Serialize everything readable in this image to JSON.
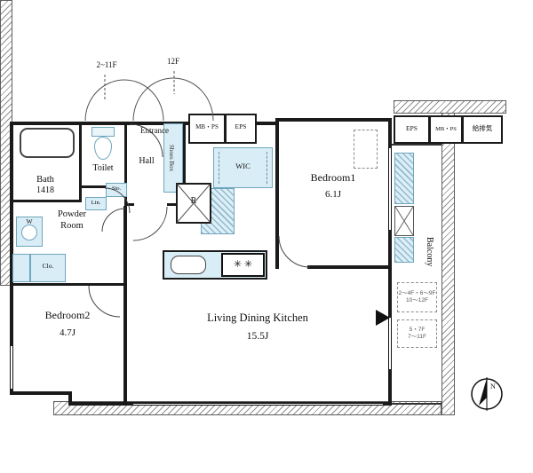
{
  "labels": {
    "floors_2_11": "2~11F",
    "floor_12": "12F",
    "bath": "Bath",
    "bath_size": "1418",
    "toilet": "Toilet",
    "entrance": "Entrance",
    "hall": "Hall",
    "shoes_box": "Shoes Box",
    "mbps_top": "MB・PS",
    "eps_top": "EPS",
    "wic": "WIC",
    "bedroom1": "Bedroom1",
    "bedroom1_size": "6.1J",
    "eps_right": "EPS",
    "mbps_right": "MB・PS",
    "vent": "給排気",
    "balcony": "Balcony",
    "powder_l1": "Powder",
    "powder_l2": "Room",
    "washer": "W",
    "sto": "Sto.",
    "lin": "Lin.",
    "clo": "Clo.",
    "bedroom2": "Bedroom2",
    "bedroom2_size": "4.7J",
    "ldk": "Living Dining Kitchen",
    "ldk_size": "15.5J",
    "fridge": "R",
    "burners": "✳ ✳",
    "note1_l1": "2〜4F・6〜9F",
    "note1_l2": "10〜12F",
    "note2_l1": "5・7F",
    "note2_l2": "7〜11F",
    "compass_n": "N"
  },
  "colors": {
    "wall": "#1a1a1a",
    "fixture_blue": "#d8edf6",
    "fixture_blue_border": "#6fa6bd",
    "hatch_line": "#8f8f8f"
  }
}
